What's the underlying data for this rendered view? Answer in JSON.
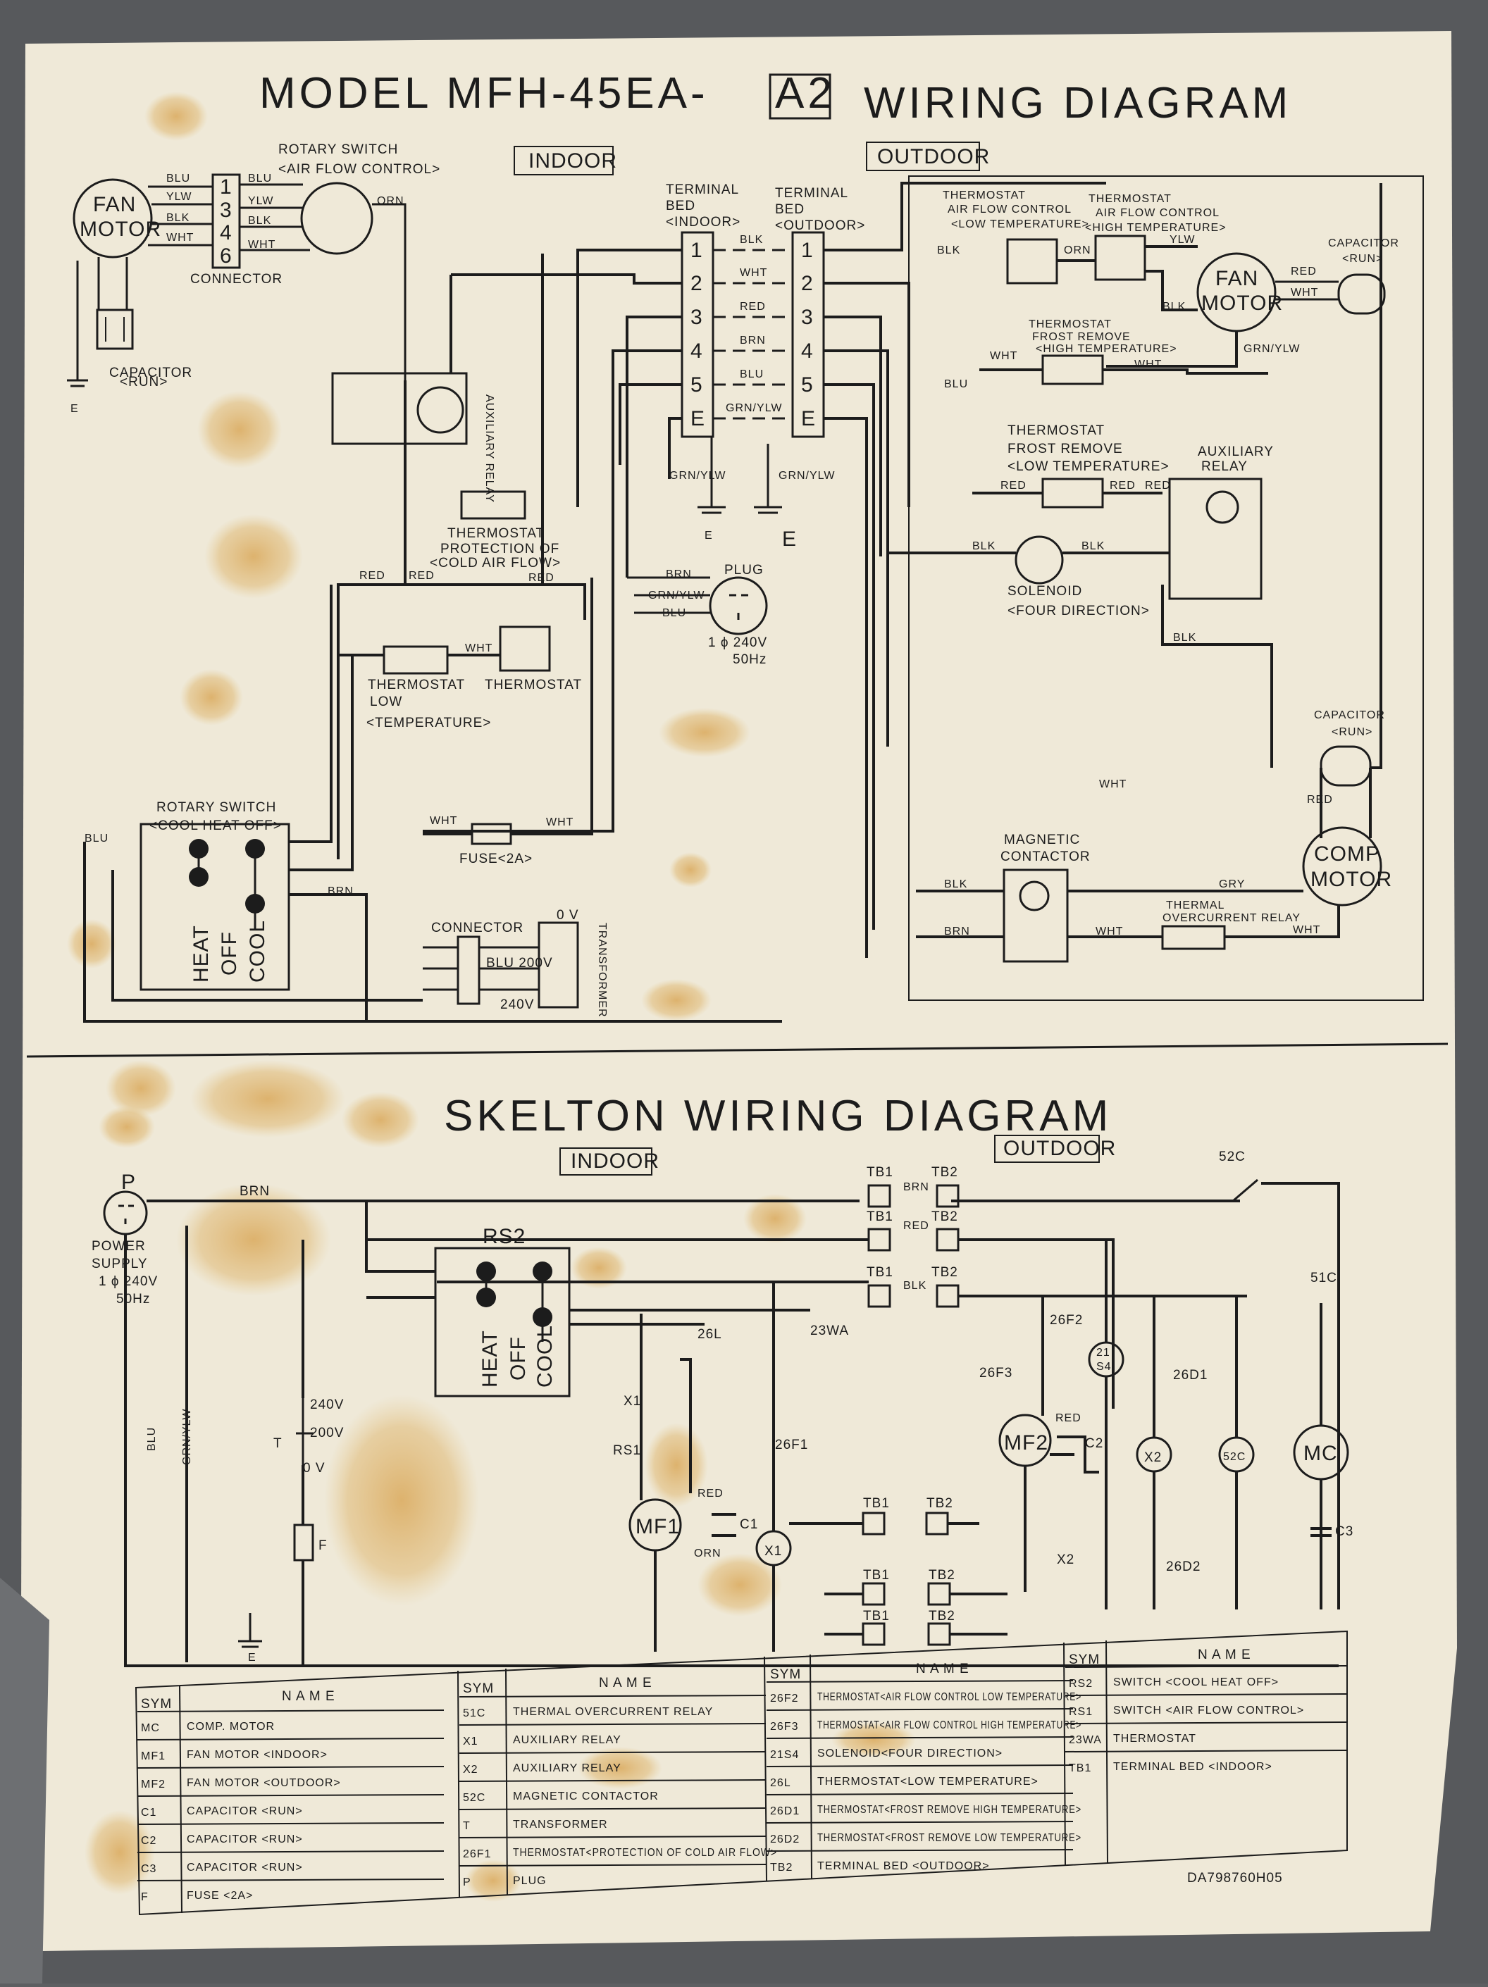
{
  "title": {
    "prefix": "MODEL MFH-45EA-",
    "boxed": "A2",
    "suffix": "WIRING DIAGRAM"
  },
  "sections": {
    "indoor": "INDOOR",
    "outdoor": "OUTDOOR",
    "skelton_title": "SKELTON WIRING DIAGRAM"
  },
  "wiring": {
    "fan_motor_indoor": [
      "FAN",
      "MOTOR"
    ],
    "fan_motor_outdoor": [
      "FAN",
      "MOTOR"
    ],
    "comp_motor": [
      "COMP.",
      "MOTOR"
    ],
    "connector_label": "CONNECTOR",
    "connector_terminals": [
      "1",
      "3",
      "4",
      "6"
    ],
    "capacitor_run": [
      "CAPACITOR",
      "<RUN>"
    ],
    "rotary_switch_air": [
      "ROTARY SWITCH",
      "<AIR FLOW CONTROL>"
    ],
    "rotary_switch_cool": [
      "ROTARY SWITCH",
      "<COOL HEAT OFF>"
    ],
    "terminal_bed_indoor": [
      "TERMINAL",
      "BED",
      "<INDOOR>"
    ],
    "terminal_bed_outdoor": [
      "TERMINAL",
      "BED",
      "<OUTDOOR>"
    ],
    "terminal_numbers": [
      "1",
      "2",
      "3",
      "4",
      "5",
      "E"
    ],
    "terminal_wires": [
      "BLK",
      "WHT",
      "RED",
      "BRN",
      "BLU",
      "GRN/YLW"
    ],
    "aux_relay": "AUXILIARY RELAY",
    "aux_relay_outdoor": [
      "AUXILIARY",
      "RELAY"
    ],
    "thermostat_cold_air": [
      "THERMOSTAT",
      "PROTECTION OF",
      "<COLD AIR FLOW>"
    ],
    "thermostat_low_temp": [
      "THERMOSTAT",
      "LOW",
      "<TEMPERATURE>"
    ],
    "thermostat": "THERMOSTAT",
    "thermostat_afc_low": [
      "THERMOSTAT",
      "AIR FLOW CONTROL",
      "<LOW TEMPERATURE>"
    ],
    "thermostat_afc_high": [
      "THERMOSTAT",
      "AIR FLOW CONTROL",
      "<HIGH TEMPERATURE>"
    ],
    "thermostat_frost_high": [
      "THERMOSTAT",
      "FROST REMOVE",
      "<HIGH TEMPERATURE>"
    ],
    "thermostat_frost_low": [
      "THERMOSTAT",
      "FROST REMOVE",
      "<LOW TEMPERATURE>"
    ],
    "solenoid": [
      "SOLENOID",
      "<FOUR DIRECTION>"
    ],
    "plug": "PLUG",
    "plug_spec": [
      "1 ϕ 240V",
      "50Hz"
    ],
    "fuse": "FUSE<2A>",
    "magnetic_contactor": [
      "MAGNETIC",
      "CONTACTOR"
    ],
    "thermal_relay": [
      "THERMAL",
      "OVERCURRENT RELAY"
    ],
    "transformer": "TRANSFORMER",
    "zero_v": "0 V",
    "blu_200v": "BLU 200V",
    "v240": "240V",
    "switch_positions": [
      "HEAT",
      "OFF",
      "COOL"
    ],
    "earth": "E",
    "wire_colors": {
      "blu": "BLU",
      "ylw": "YLW",
      "blk": "BLK",
      "wht": "WHT",
      "orn": "ORN",
      "red": "RED",
      "brn": "BRN",
      "gry": "GRY",
      "grn_ylw": "GRN/YLW"
    }
  },
  "skelton": {
    "power_supply": [
      "POWER",
      "SUPPLY",
      "1 ϕ 240V",
      "50Hz"
    ],
    "p": "P",
    "rs2": "RS2",
    "rs1": "RS1",
    "mf1": "MF1",
    "mf2": "MF2",
    "mc": "MC",
    "x1": "X1",
    "x2": "X2",
    "c52": "52C",
    "c51": "51C",
    "s21": [
      "21",
      "S4"
    ],
    "labels_26": [
      "26L",
      "26F1",
      "26F2",
      "26F3",
      "26D1",
      "26D2",
      "23WA"
    ],
    "caps": [
      "C1",
      "C2",
      "C3"
    ],
    "tb1": "TB1",
    "tb2": "TB2",
    "t": "T",
    "f": "F",
    "v240": "240V",
    "v200": "200V",
    "v0": "0 V"
  },
  "legend": {
    "header_sym": "SYM",
    "header_name": "N A M E",
    "columns": [
      [
        [
          "MC",
          "COMP. MOTOR"
        ],
        [
          "MF1",
          "FAN MOTOR <INDOOR>"
        ],
        [
          "MF2",
          "FAN MOTOR <OUTDOOR>"
        ],
        [
          "C1",
          "CAPACITOR <RUN>"
        ],
        [
          "C2",
          "CAPACITOR <RUN>"
        ],
        [
          "C3",
          "CAPACITOR <RUN>"
        ],
        [
          "F",
          "FUSE <2A>"
        ]
      ],
      [
        [
          "51C",
          "THERMAL OVERCURRENT RELAY"
        ],
        [
          "X1",
          "AUXILIARY RELAY"
        ],
        [
          "X2",
          "AUXILIARY RELAY"
        ],
        [
          "52C",
          "MAGNETIC CONTACTOR"
        ],
        [
          "T",
          "TRANSFORMER"
        ],
        [
          "26F1",
          "THERMOSTAT<PROTECTION OF COLD AIR FLOW>"
        ],
        [
          "P",
          "PLUG"
        ]
      ],
      [
        [
          "26F2",
          "THERMOSTAT<AIR FLOW CONTROL LOW TEMPERATURE>"
        ],
        [
          "26F3",
          "THERMOSTAT<AIR FLOW CONTROL HIGH TEMPERATURE>"
        ],
        [
          "21S4",
          "SOLENOID<FOUR DIRECTION>"
        ],
        [
          "26L",
          "THERMOSTAT<LOW TEMPERATURE>"
        ],
        [
          "26D1",
          "THERMOSTAT<FROST REMOVE HIGH TEMPERATURE>"
        ],
        [
          "26D2",
          "THERMOSTAT<FROST REMOVE LOW TEMPERATURE>"
        ],
        [
          "TB2",
          "TERMINAL BED <OUTDOOR>"
        ]
      ],
      [
        [
          "RS2",
          "SWITCH <COOL HEAT OFF>"
        ],
        [
          "RS1",
          "SWITCH <AIR FLOW CONTROL>"
        ],
        [
          "23WA",
          "THERMOSTAT"
        ],
        [
          "TB1",
          "TERMINAL BED <INDOOR>"
        ]
      ]
    ]
  },
  "doc_code": "DA798760H05"
}
